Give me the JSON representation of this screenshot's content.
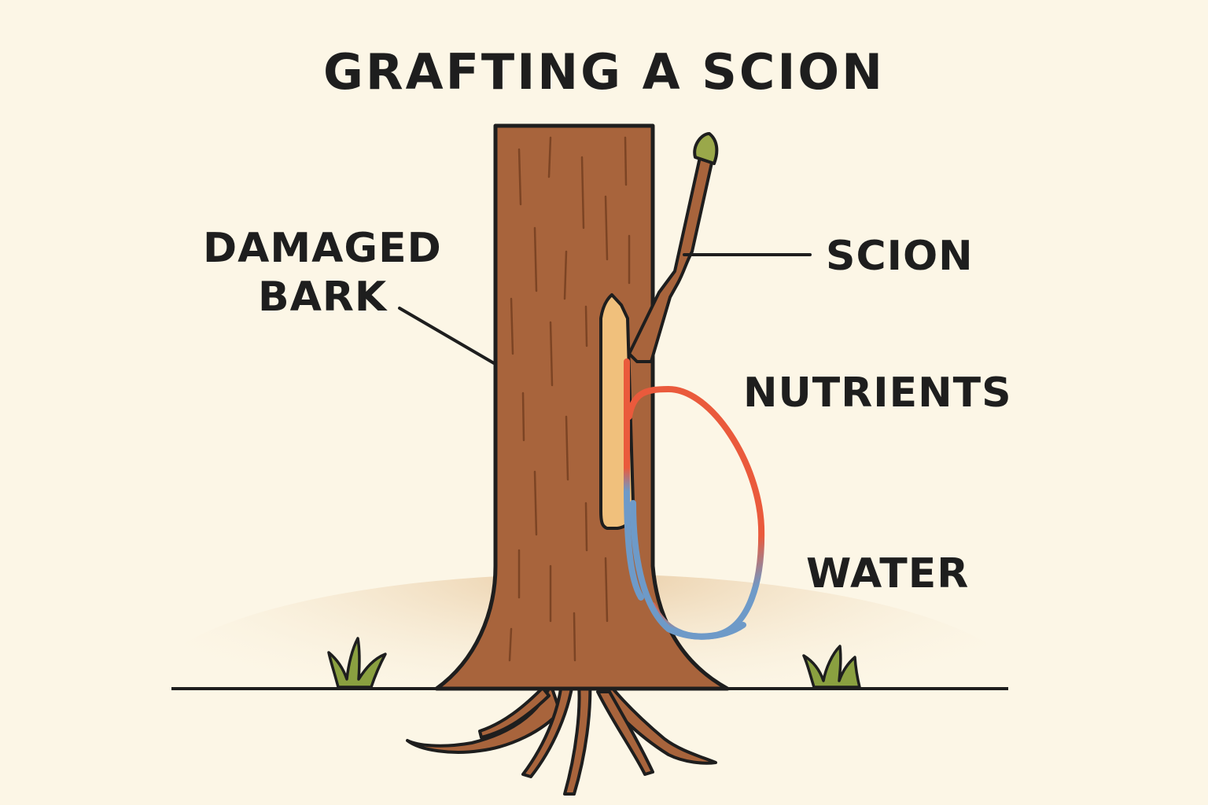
{
  "title": "GRAFTING A SCION",
  "labels": {
    "damaged_bark_line1": "DAMAGED",
    "damaged_bark_line2": "BARK",
    "scion": "SCION",
    "nutrients": "NUTRIENTS",
    "water": "WATER"
  },
  "colors": {
    "background": "#fcf6e6",
    "bark": "#a8643c",
    "outline": "#1e1e1e",
    "graft_wood": "#f0c07c",
    "bud": "#9aa84a",
    "grass": "#8aa040",
    "nutrients_flow": "#ea5a3c",
    "water_flow": "#6e9ac8",
    "soil_shadow": "#e8c9a0"
  }
}
